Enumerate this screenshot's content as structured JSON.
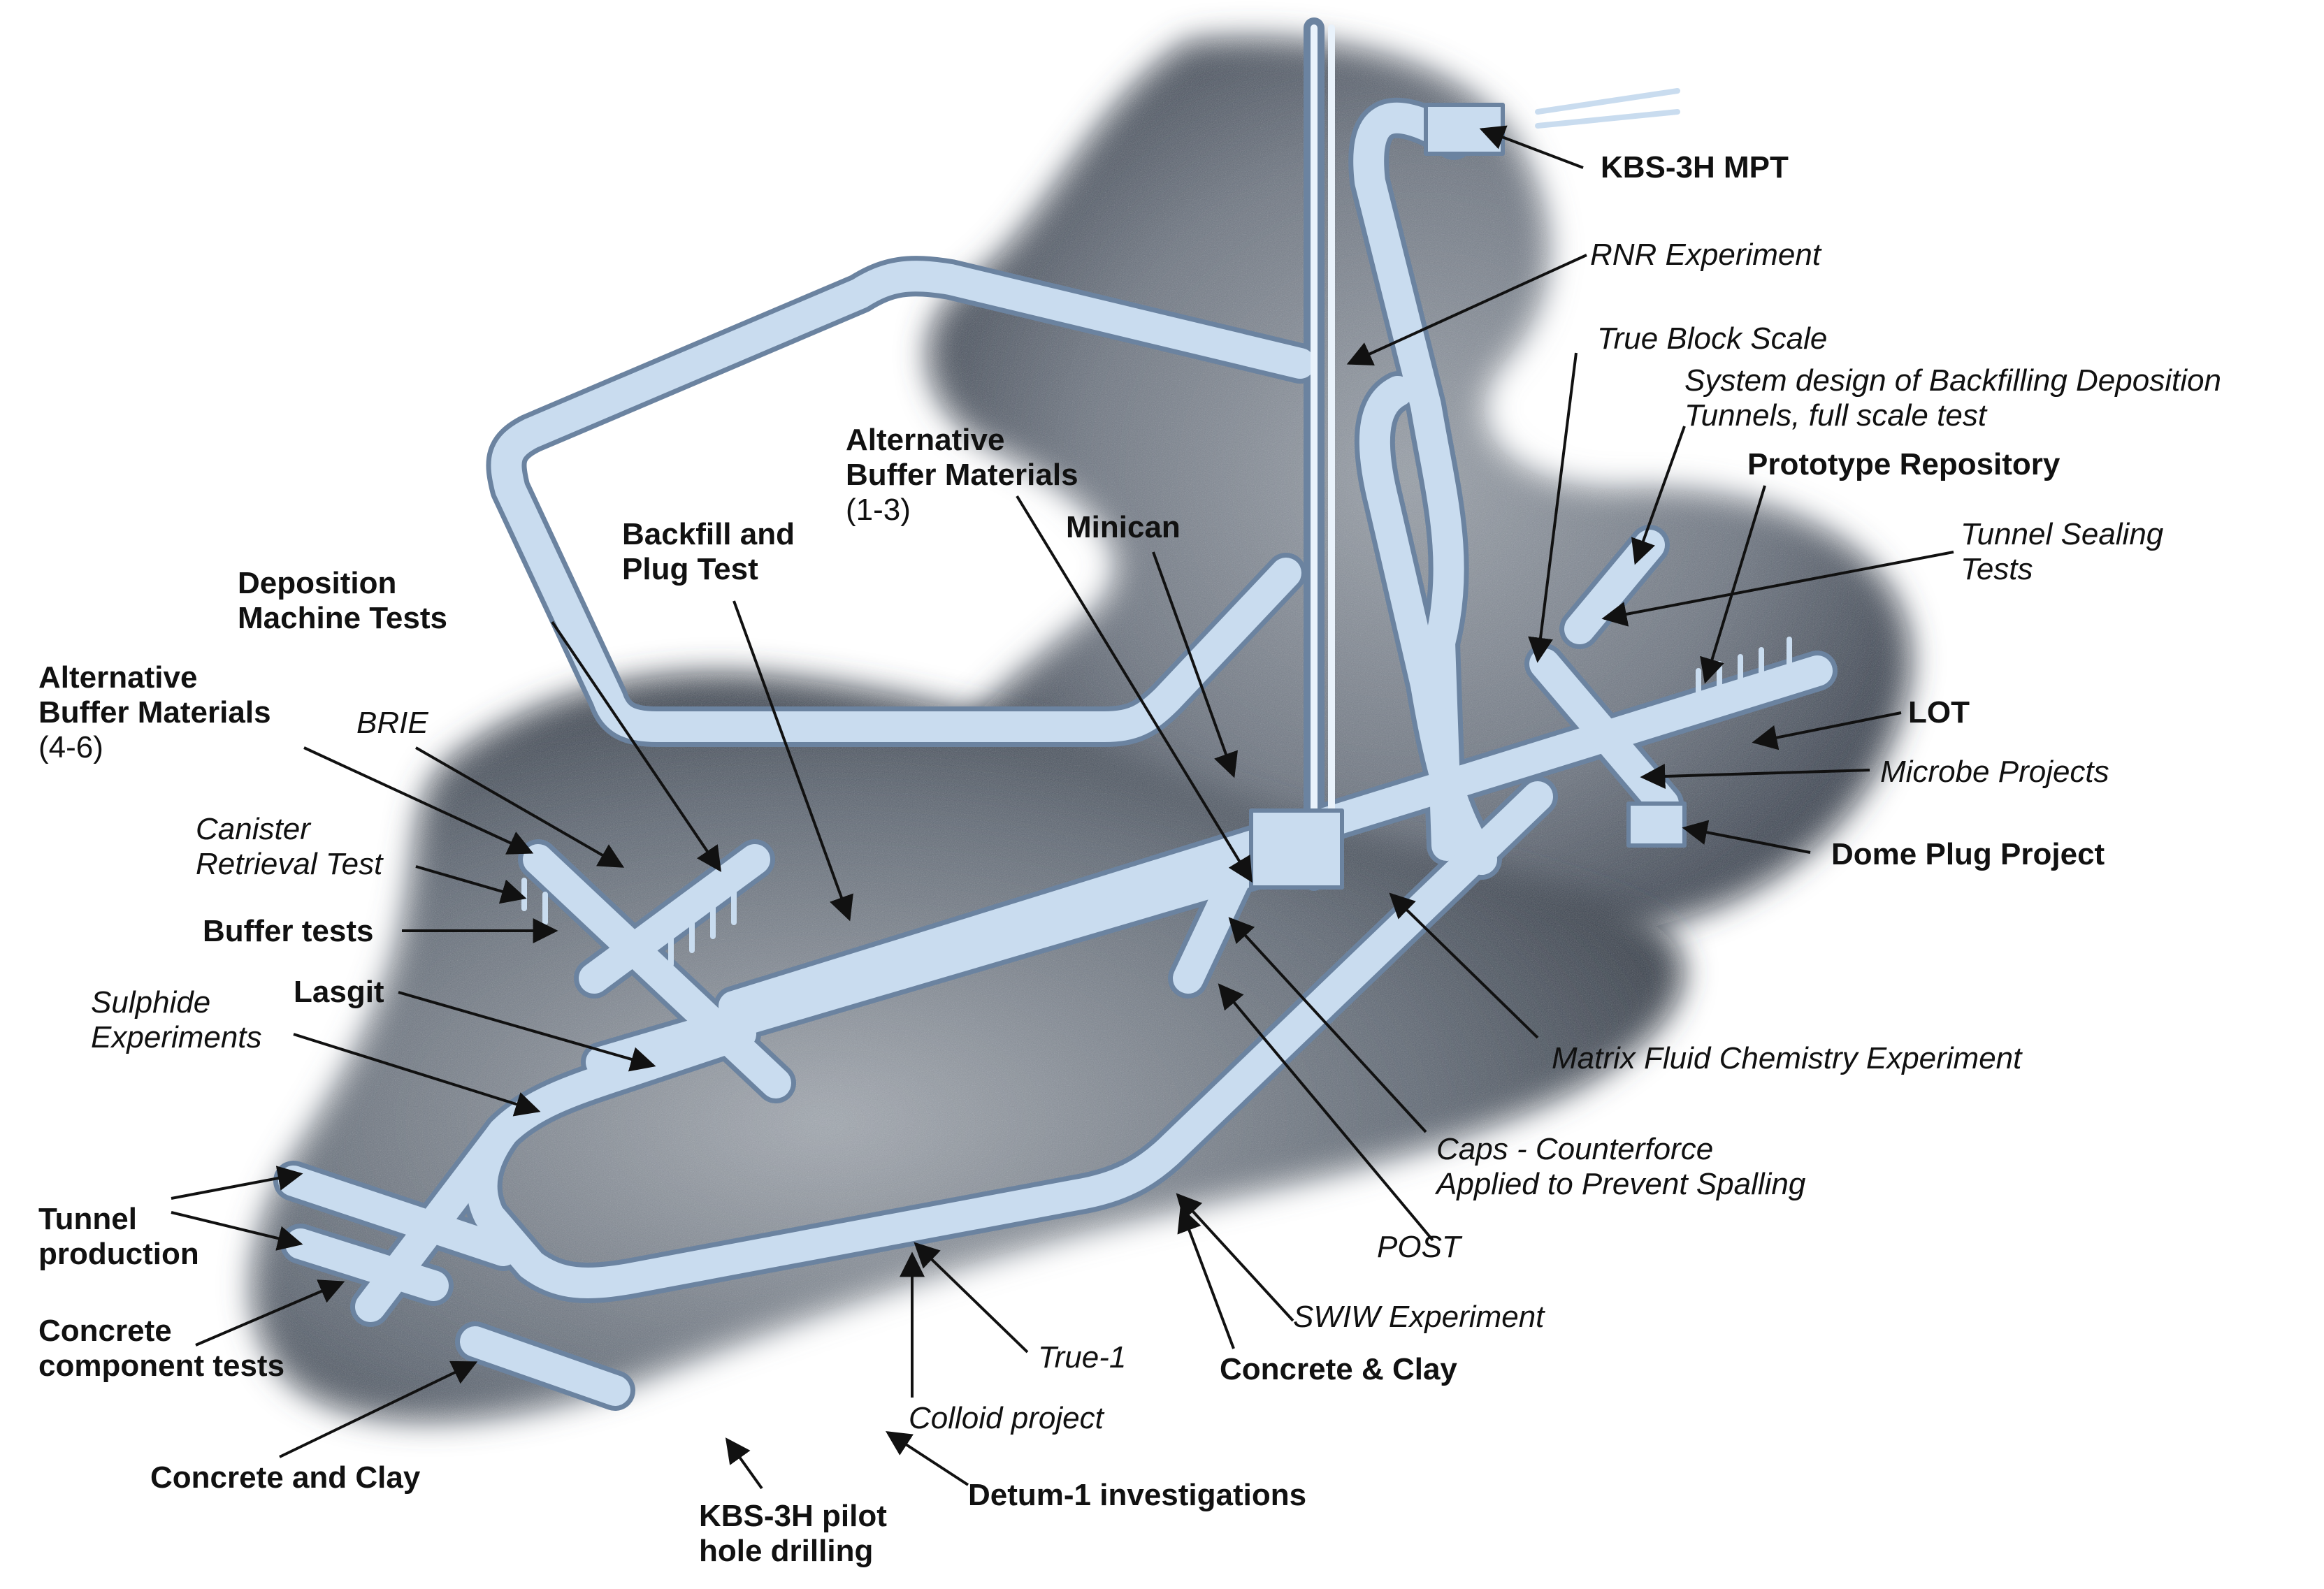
{
  "labels": {
    "kbs3h_mpt": [
      "KBS-3H MPT"
    ],
    "rnr_experiment": [
      "RNR Experiment"
    ],
    "true_block_scale": [
      "True Block Scale"
    ],
    "system_design": [
      "System design of Backfilling Deposition",
      "Tunnels, full scale test"
    ],
    "prototype_repository": [
      "Prototype Repository"
    ],
    "tunnel_sealing": [
      "Tunnel Sealing",
      "Tests"
    ],
    "lot": [
      "LOT"
    ],
    "microbe_projects": [
      "Microbe Projects"
    ],
    "dome_plug": [
      "Dome Plug Project"
    ],
    "alt_buffer_1_3": [
      "Alternative",
      "Buffer Materials"
    ],
    "alt_buffer_1_3_range": "(1-3)",
    "minican": [
      "Minican"
    ],
    "backfill_plug": [
      "Backfill and",
      "Plug Test"
    ],
    "deposition_machine": [
      "Deposition",
      "Machine Tests"
    ],
    "alt_buffer_4_6": [
      "Alternative",
      "Buffer Materials"
    ],
    "alt_buffer_4_6_range": "(4-6)",
    "brie": [
      "BRIE"
    ],
    "canister_retrieval": [
      "Canister",
      "Retrieval Test"
    ],
    "buffer_tests": [
      "Buffer tests"
    ],
    "lasgit": [
      "Lasgit"
    ],
    "sulphide": [
      "Sulphide",
      "Experiments"
    ],
    "matrix_fluid": [
      "Matrix Fluid Chemistry Experiment"
    ],
    "caps": [
      "Caps - Counterforce",
      "Applied to Prevent Spalling"
    ],
    "post": [
      "POST"
    ],
    "swiw": [
      "SWIW Experiment"
    ],
    "concrete_clay_amp": [
      "Concrete & Clay"
    ],
    "true_1": [
      "True-1"
    ],
    "colloid": [
      "Colloid project"
    ],
    "detum": [
      "Detum-1 investigations"
    ],
    "kbs3h_pilot": [
      "KBS-3H pilot",
      "hole drilling"
    ],
    "concrete_and_clay": [
      "Concrete and Clay"
    ],
    "concrete_component": [
      "Concrete",
      "component tests"
    ],
    "tunnel_production": [
      "Tunnel",
      "production"
    ]
  },
  "colors": {
    "rock_dark": "#2b3340",
    "rock_light": "#8f96a0",
    "tunnel_fill": "#c9dcef",
    "tunnel_edge": "#6b83a0",
    "leader": "#111111"
  }
}
